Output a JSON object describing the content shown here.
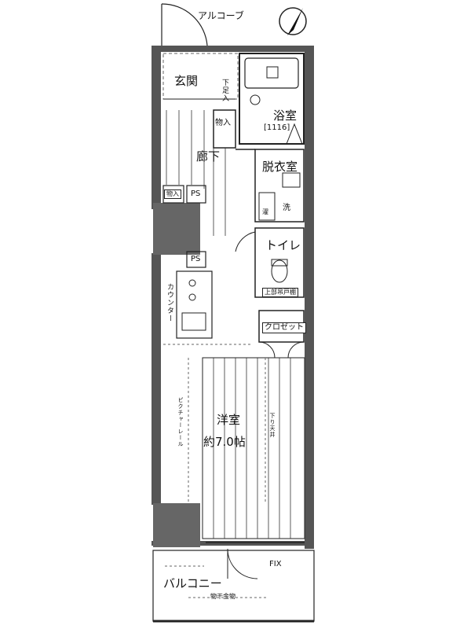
{
  "rooms": {
    "alcove": "アルコーブ",
    "entrance": "玄関",
    "shoe_storage": "下足入",
    "storage_1": "物入",
    "bathroom": "浴室",
    "bathroom_size": "[1116]",
    "corridor": "廊下",
    "dressing_room": "脱衣室",
    "storage_2": "物入",
    "ps_1": "PS",
    "ps_2": "PS",
    "washer": "洗",
    "washer_sub": "濯",
    "toilet": "トイレ",
    "toilet_cabinet": "上部吊戸棚",
    "counter": "カウンター",
    "closet": "クロゼット",
    "western_room": "洋室",
    "western_room_size": "約7.0帖",
    "picture_rail": "ピクチャーレール",
    "hanging_wall": "下り天井",
    "fix": "FIX",
    "balcony": "バルコニー",
    "drying_rod": "物干金物"
  },
  "compass": {
    "direction": "north-arrow"
  },
  "colors": {
    "line": "#222222",
    "wall_fill": "#555555",
    "dash": "#666666",
    "background": "#ffffff"
  }
}
